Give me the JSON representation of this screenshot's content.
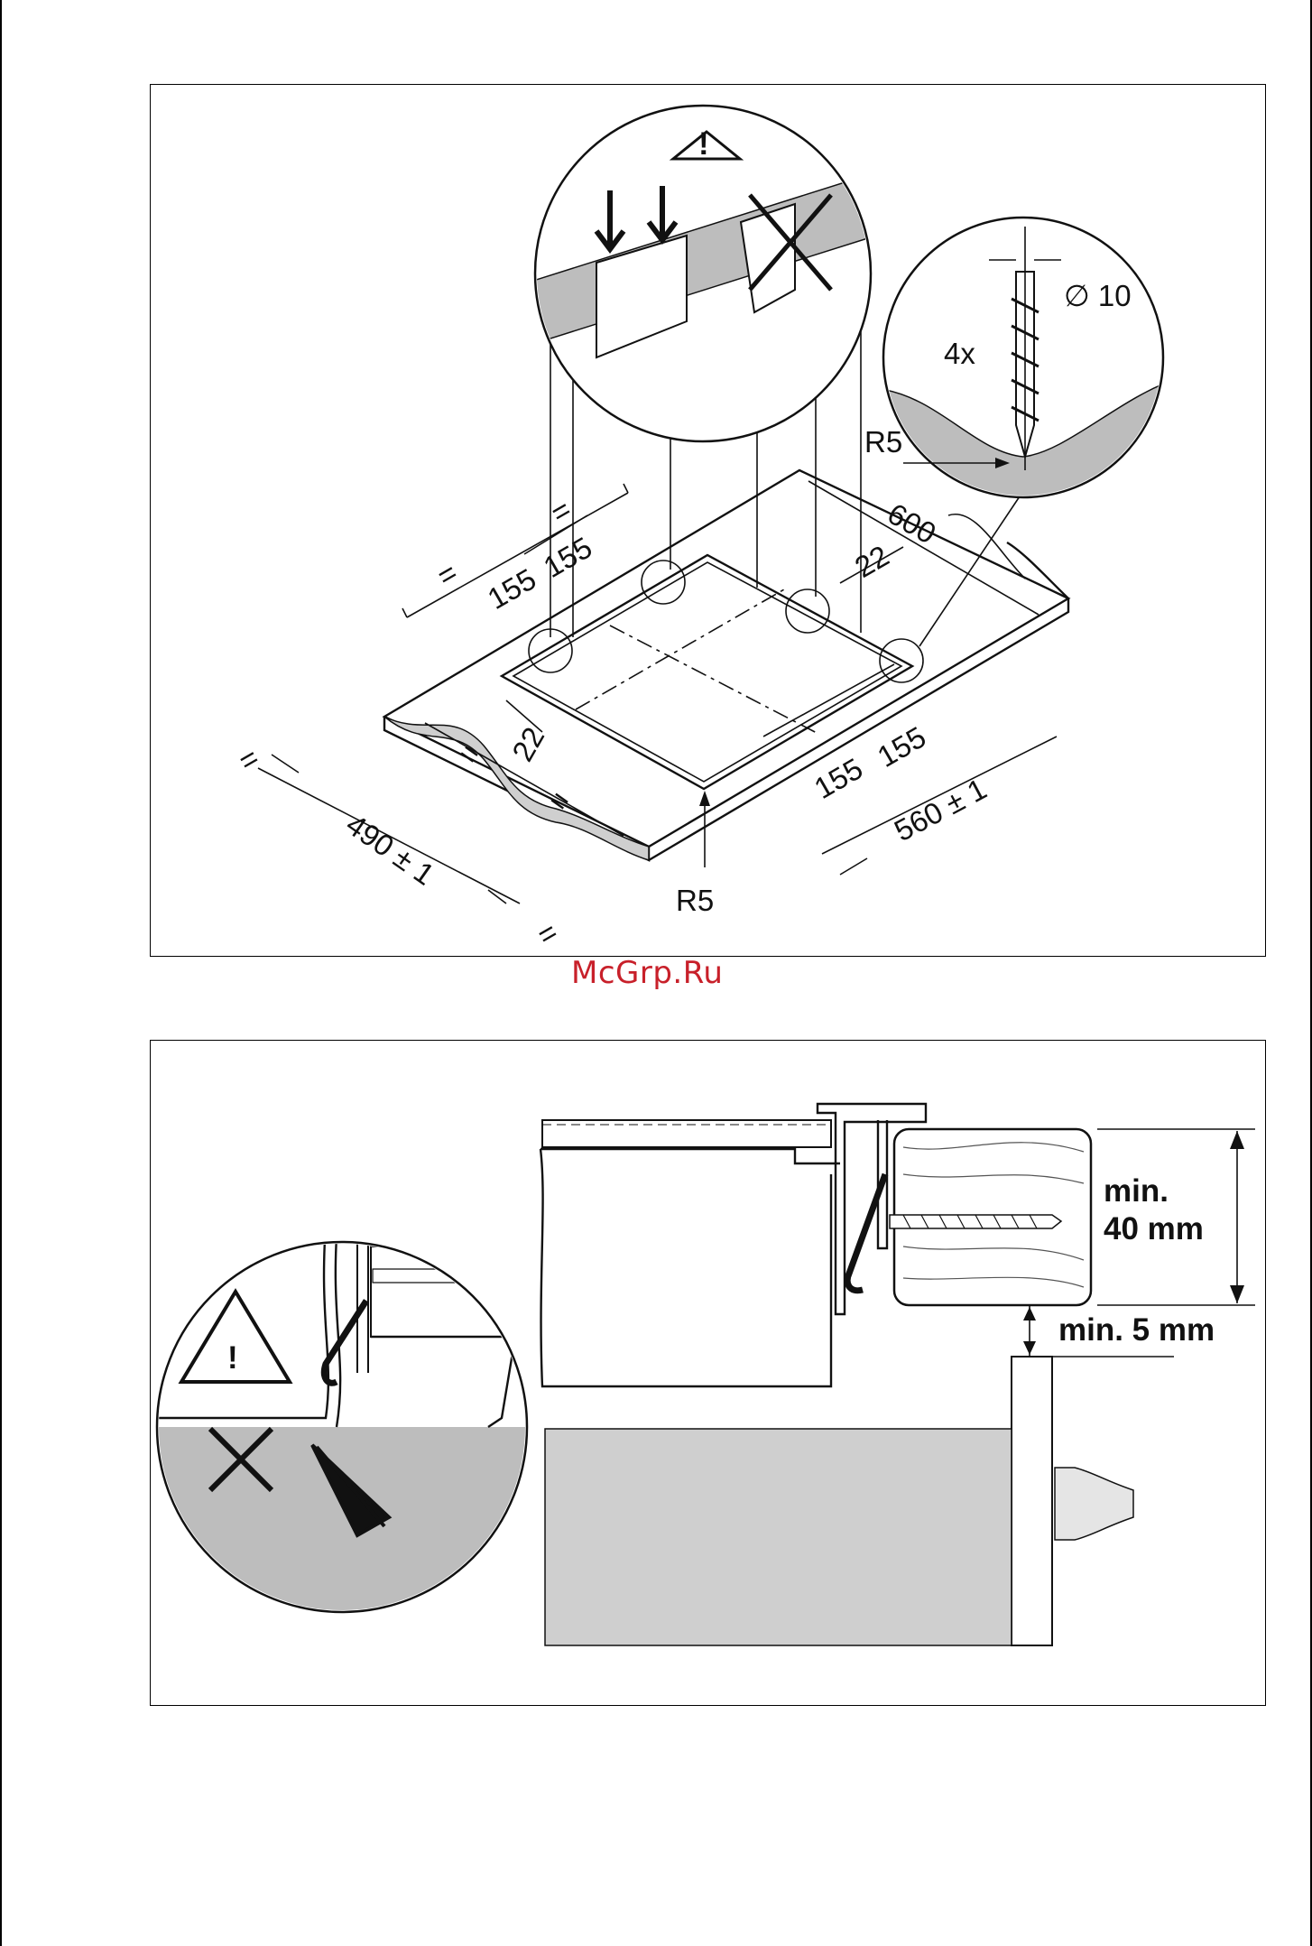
{
  "watermark": "McGrp.Ru",
  "top_diagram": {
    "warning_symbol": "warning-triangle-icon",
    "cross_symbol": "cross-mark-icon",
    "labels": {
      "diameter": "∅ 10",
      "count": "4x",
      "radius_screw": "R5",
      "radius_corner": "R5",
      "width_total": "600",
      "depth_cutout": "490 ± 1",
      "width_cutout": "560 ± 1",
      "offset_a": "22",
      "offset_b": "22",
      "dist_1": "155",
      "dist_2": "155",
      "dist_3": "155",
      "dist_4": "155",
      "equal": "="
    }
  },
  "bottom_diagram": {
    "warning_symbol": "warning-triangle-icon",
    "cross_symbol": "cross-mark-icon",
    "arrow_symbol": "push-arrow-icon",
    "labels": {
      "min_thickness_line1": "min.",
      "min_thickness_line2": "40 mm",
      "min_gap": "min. 5 mm"
    }
  }
}
